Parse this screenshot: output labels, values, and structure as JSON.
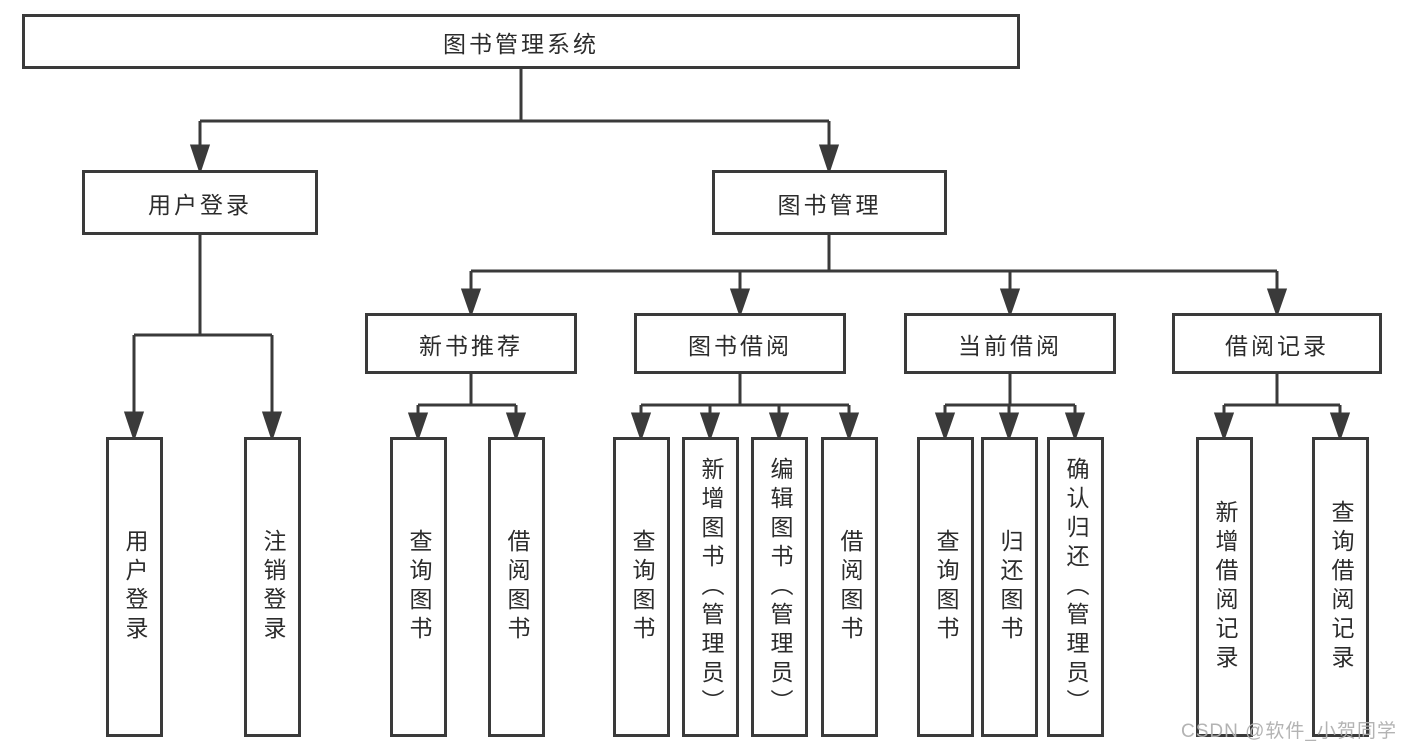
{
  "tree": {
    "root": "图书管理系统",
    "branches": [
      {
        "label": "用户登录",
        "children": [
          "用户登录",
          "注销登录"
        ]
      },
      {
        "label": "图书管理",
        "groups": [
          {
            "label": "新书推荐",
            "children": [
              "查询图书",
              "借阅图书"
            ]
          },
          {
            "label": "图书借阅",
            "children": [
              "查询图书",
              "新增图书（管理员）",
              "编辑图书（管理员）",
              "借阅图书"
            ]
          },
          {
            "label": "当前借阅",
            "children": [
              "查询图书",
              "归还图书",
              "确认归还（管理员）"
            ]
          },
          {
            "label": "借阅记录",
            "children": [
              "新增借阅记录",
              "查询借阅记录"
            ]
          }
        ]
      }
    ]
  },
  "watermark": {
    "text": "CSDN @软件_小贺同学"
  },
  "colors": {
    "line": "#3a3a3a",
    "box_border": "#3a3a3a",
    "box_background": "#ffffff",
    "text": "#2c2c2c",
    "watermark": "#afafaf",
    "background": "#ffffff"
  }
}
